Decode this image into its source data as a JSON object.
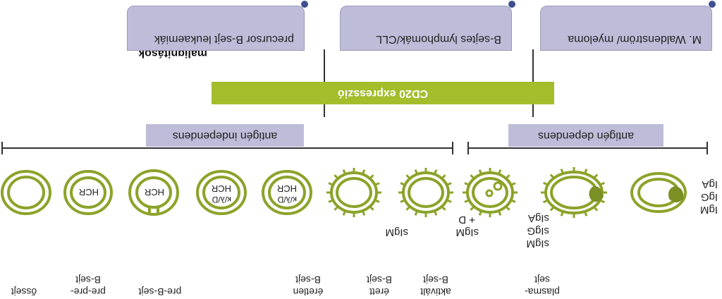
{
  "title": "malignitások",
  "diseases": [
    "precursor B-sejt leukaemiák",
    "B-sejtes lymphomák/CLL",
    "M. Waldenström/ myeloma"
  ],
  "cd20_label": "CD20 expresszió",
  "phases": {
    "independent": "antigén independens",
    "dependent": "antigén dependens"
  },
  "cells": [
    {
      "line1": "őssejt",
      "line2": ""
    },
    {
      "line1": "pre-pre-",
      "line2": "B-sejt"
    },
    {
      "line1": "pre-B-sejt",
      "line2": ""
    },
    {
      "line1": "",
      "line2": ""
    },
    {
      "line1": "",
      "line2": ""
    },
    {
      "line1": "éretlen",
      "line2": "B-sejt"
    },
    {
      "line1": "érett",
      "line2": "B-sejt"
    },
    {
      "line1": "aktivált",
      "line2": "B-sejt"
    },
    {
      "line1": "plasma-",
      "line2": "sejt"
    },
    {
      "line1": "",
      "line2": ""
    }
  ],
  "inner_labels": {
    "hcr": "HCR",
    "kl1": "κ/λ/D",
    "kl2": "κ/λ/D"
  },
  "surface_ig": {
    "immature": "sIgM",
    "mature": [
      "sIgM",
      "+ D"
    ],
    "activated": [
      "sIgM",
      "sIgG",
      "sIgA"
    ],
    "plasma": [
      "IgM",
      "IgG",
      "IgA"
    ]
  },
  "colors": {
    "cell": "#8ba32a",
    "cd20": "#a4bd2b",
    "box": "#bdbdda",
    "dot": "#3f4f8f"
  }
}
